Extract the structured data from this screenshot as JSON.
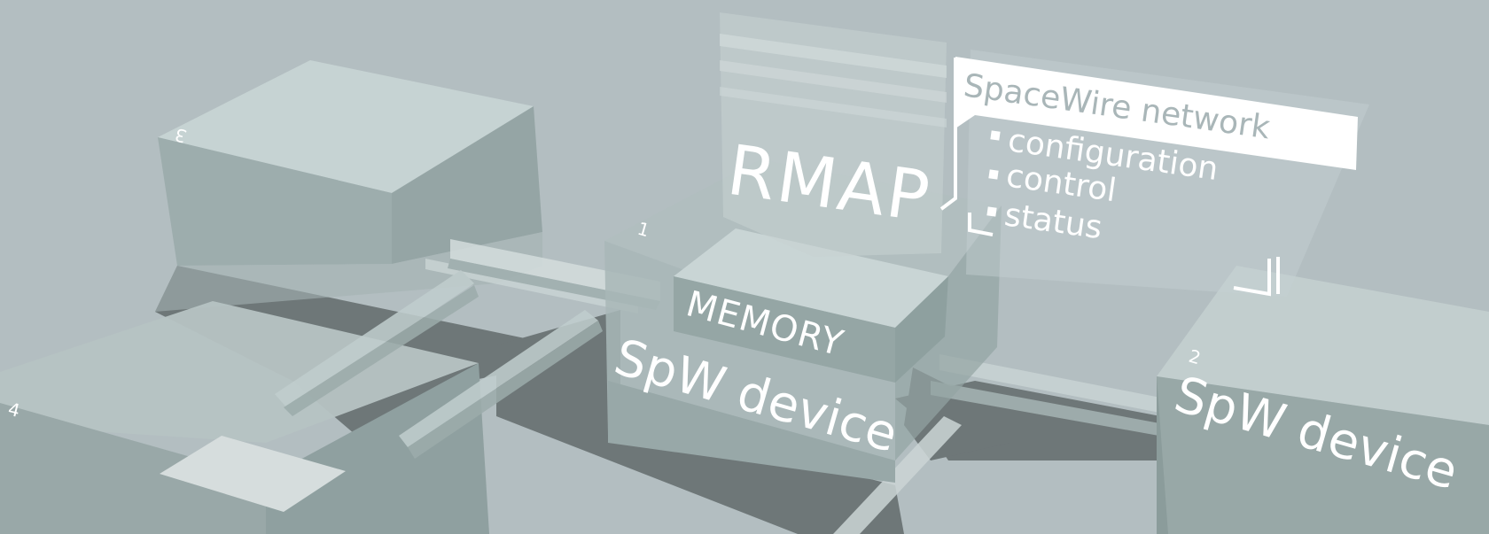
{
  "scene": {
    "rmap_label": "RMAP",
    "memory_label": "MEMORY",
    "callout": {
      "title": "SpaceWire network",
      "items": [
        "configuration",
        "control",
        "status"
      ]
    },
    "devices": [
      {
        "number": "1",
        "label": "SpW device"
      },
      {
        "number": "2",
        "label": "SpW device"
      },
      {
        "number": "3",
        "label": ""
      },
      {
        "number": "4",
        "label": ""
      }
    ],
    "colors": {
      "background": "#b3bec1",
      "block_top": "#c4d1d1",
      "block_side": "#95a5a4",
      "shadow": "#6e7778",
      "text": "#ffffff"
    }
  }
}
